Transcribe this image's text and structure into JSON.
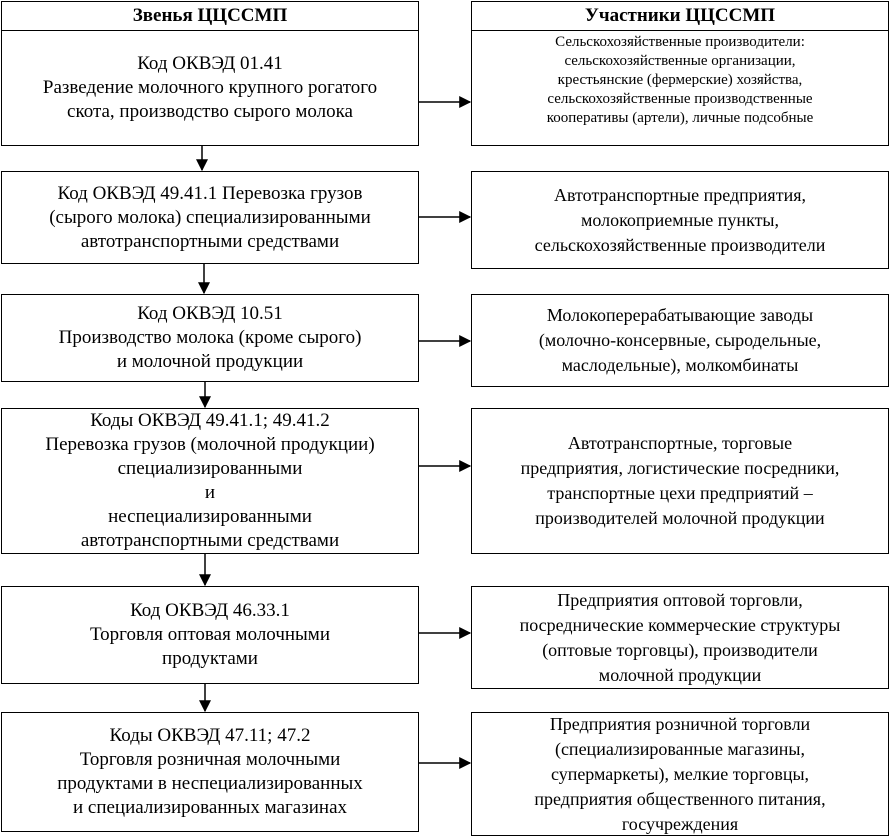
{
  "headers": {
    "left": "Звенья ЦЦССМП",
    "right": "Участники ЦЦССМП"
  },
  "rows": [
    {
      "link": [
        "Код ОКВЭД 01.41",
        "Разведение молочного крупного рогатого",
        "скота, производство сырого молока"
      ],
      "participants": [
        "Сельскохозяйственные производители:",
        "сельскохозяйственные организации,",
        "крестьянские (фермерские) хозяйства,",
        "сельскохозяйственные производственные",
        "кооперативы (артели), личные подсобные"
      ]
    },
    {
      "link": [
        "Код ОКВЭД 49.41.1  Перевозка грузов",
        "(сырого молока) специализированными",
        "автотранспортными средствами"
      ],
      "participants": [
        "Автотранспортные предприятия,",
        "молокоприемные пункты,",
        "сельскохозяйственные производители"
      ]
    },
    {
      "link": [
        "Код ОКВЭД 10.51",
        "Производство молока (кроме сырого)",
        "и молочной продукции"
      ],
      "participants": [
        "Молокоперерабатывающие заводы",
        "(молочно-консервные, сыродельные,",
        "маслодельные), молкомбинаты"
      ]
    },
    {
      "link": [
        "Коды ОКВЭД 49.41.1; 49.41.2",
        "Перевозка грузов (молочной продукции)",
        "специализированными",
        "и",
        "неспециализированными",
        "автотранспортными средствами"
      ],
      "participants": [
        "Автотранспортные, торговые",
        "предприятия, логистические посредники,",
        "транспортные цехи предприятий –",
        "производителей молочной продукции"
      ]
    },
    {
      "link": [
        "Код ОКВЭД 46.33.1",
        "Торговля оптовая молочными",
        "продуктами"
      ],
      "participants": [
        "Предприятия оптовой торговли,",
        "посреднические коммерческие структуры",
        "(оптовые торговцы), производители",
        "молочной продукции"
      ]
    },
    {
      "link": [
        "Коды ОКВЭД 47.11; 47.2",
        "Торговля розничная молочными",
        "продуктами в неспециализированных",
        "и специализированных магазинах"
      ],
      "participants": [
        "Предприятия розничной торговли",
        "(специализированные магазины,",
        "супермаркеты), мелкие торговцы,",
        "предприятия общественного питания,",
        "госучреждения"
      ]
    }
  ]
}
